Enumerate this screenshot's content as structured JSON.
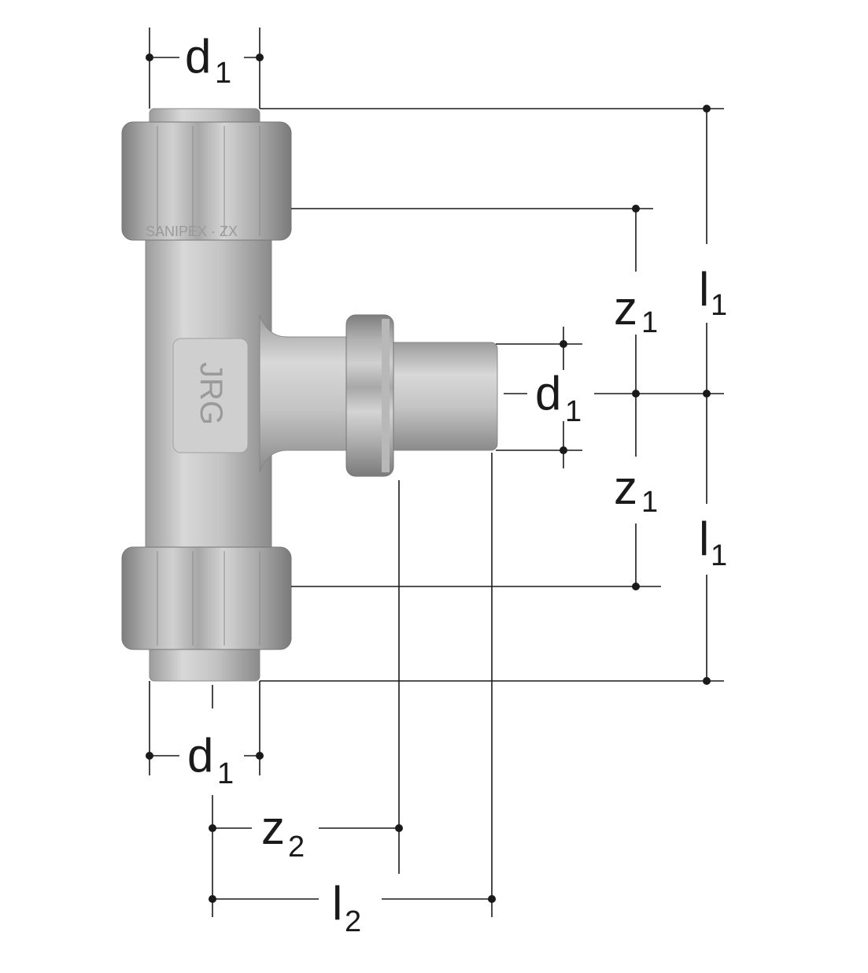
{
  "diagram": {
    "subject": "tee-fitting",
    "product_marking": "JRG",
    "nut_marking": "SANIPEX · ZX",
    "labels": {
      "d1_top": {
        "main": "d",
        "sub": "1"
      },
      "d1_branch": {
        "main": "d",
        "sub": "1"
      },
      "d1_bottom": {
        "main": "d",
        "sub": "1"
      },
      "z1_upper": {
        "main": "z",
        "sub": "1"
      },
      "z1_lower": {
        "main": "z",
        "sub": "1"
      },
      "l1_upper": {
        "main": "l",
        "sub": "1"
      },
      "l1_lower": {
        "main": "l",
        "sub": "1"
      },
      "z2": {
        "main": "z",
        "sub": "2"
      },
      "l2": {
        "main": "l",
        "sub": "2"
      }
    }
  }
}
